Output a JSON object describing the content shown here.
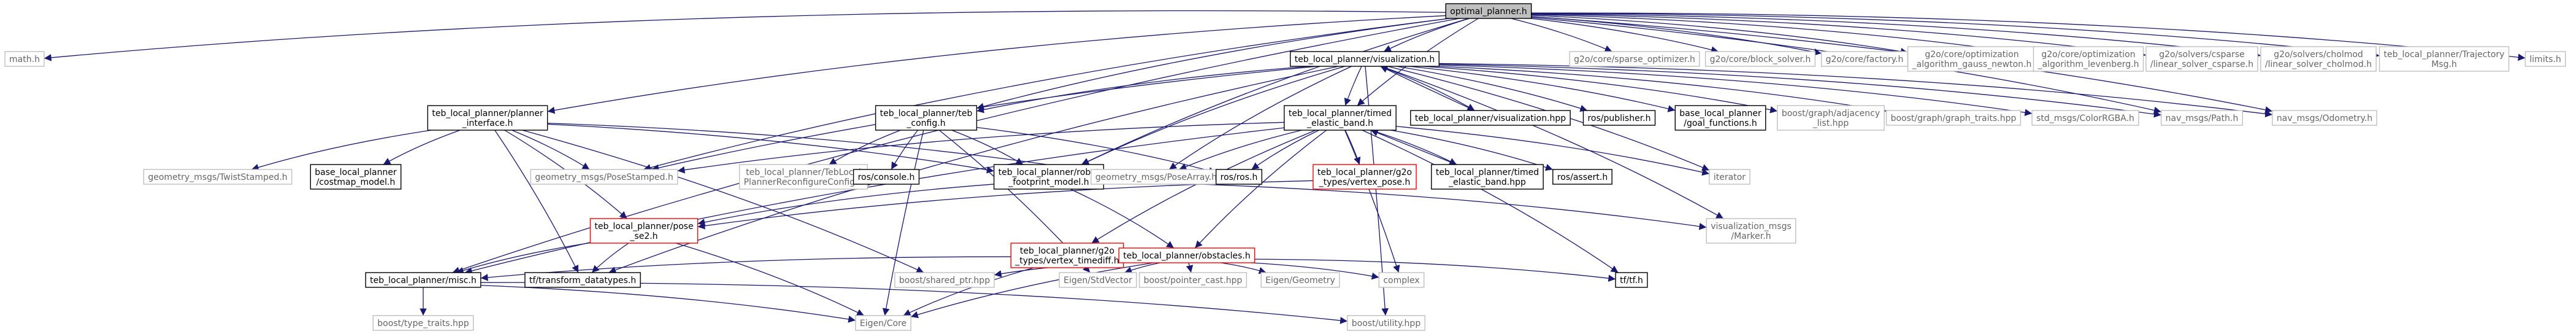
{
  "colors": {
    "edge": "#191970",
    "box_default": "#000000",
    "box_missing": "#ff0000",
    "box_root_fill": "#bfbfbf",
    "box_external": "#bfbfbf",
    "text_default": "#000000",
    "text_external": "#666666"
  },
  "nodes": [
    {
      "id": "optimal_planner_h",
      "label": "optimal_planner.h",
      "kind": "root"
    },
    {
      "id": "math_h",
      "label": "math.h",
      "kind": "external"
    },
    {
      "id": "viz_h",
      "label": "teb_local_planner/visualization.h",
      "kind": "default"
    },
    {
      "id": "g2o_sparse",
      "label": "g2o/core/sparse_optimizer.h",
      "kind": "external"
    },
    {
      "id": "g2o_block",
      "label": "g2o/core/block_solver.h",
      "kind": "external"
    },
    {
      "id": "g2o_factory",
      "label": "g2o/core/factory.h",
      "kind": "external"
    },
    {
      "id": "g2o_gauss",
      "label": [
        "g2o/core/optimization",
        "_algorithm_gauss_newton.h"
      ],
      "kind": "external"
    },
    {
      "id": "g2o_leven",
      "label": [
        "g2o/core/optimization",
        "_algorithm_levenberg.h"
      ],
      "kind": "external"
    },
    {
      "id": "g2o_csparse",
      "label": [
        "g2o/solvers/csparse",
        "/linear_solver_csparse.h"
      ],
      "kind": "external"
    },
    {
      "id": "g2o_cholmod",
      "label": [
        "g2o/solvers/cholmod",
        "/linear_solver_cholmod.h"
      ],
      "kind": "external"
    },
    {
      "id": "traj_msg",
      "label": [
        "teb_local_planner/Trajectory",
        "Msg.h"
      ],
      "kind": "external"
    },
    {
      "id": "limits_h",
      "label": "limits.h",
      "kind": "external"
    },
    {
      "id": "planner_interface_h",
      "label": [
        "teb_local_planner/planner",
        "_interface.h"
      ],
      "kind": "default"
    },
    {
      "id": "teb_config_h",
      "label": [
        "teb_local_planner/teb",
        "_config.h"
      ],
      "kind": "default"
    },
    {
      "id": "timed_elastic_band_h",
      "label": [
        "teb_local_planner/timed",
        "_elastic_band.h"
      ],
      "kind": "default"
    },
    {
      "id": "viz_hpp",
      "label": "teb_local_planner/visualization.hpp",
      "kind": "default"
    },
    {
      "id": "ros_publisher",
      "label": "ros/publisher.h",
      "kind": "default"
    },
    {
      "id": "base_goal",
      "label": [
        "base_local_planner",
        "/goal_functions.h"
      ],
      "kind": "default"
    },
    {
      "id": "boost_adj",
      "label": [
        "boost/graph/adjacency",
        "_list.hpp"
      ],
      "kind": "external"
    },
    {
      "id": "boost_graph_traits",
      "label": "boost/graph/graph_traits.hpp",
      "kind": "external"
    },
    {
      "id": "std_color",
      "label": "std_msgs/ColorRGBA.h",
      "kind": "external"
    },
    {
      "id": "nav_path",
      "label": "nav_msgs/Path.h",
      "kind": "external"
    },
    {
      "id": "nav_odom",
      "label": "nav_msgs/Odometry.h",
      "kind": "external"
    },
    {
      "id": "geo_twist",
      "label": "geometry_msgs/TwistStamped.h",
      "kind": "external"
    },
    {
      "id": "base_costmap",
      "label": [
        "base_local_planner",
        "/costmap_model.h"
      ],
      "kind": "default"
    },
    {
      "id": "geo_pose_stamped",
      "label": "geometry_msgs/PoseStamped.h",
      "kind": "external"
    },
    {
      "id": "teb_reconf",
      "label": [
        "teb_local_planner/TebLocal",
        "PlannerReconfigureConfig.h"
      ],
      "kind": "external"
    },
    {
      "id": "ros_console",
      "label": "ros/console.h",
      "kind": "default"
    },
    {
      "id": "robot_footprint",
      "label": [
        "teb_local_planner/robot",
        "_footprint_model.h"
      ],
      "kind": "default"
    },
    {
      "id": "geo_pose_array",
      "label": "geometry_msgs/PoseArray.h",
      "kind": "external"
    },
    {
      "id": "ros_ros",
      "label": "ros/ros.h",
      "kind": "default"
    },
    {
      "id": "g2o_vertex_pose",
      "label": [
        "teb_local_planner/g2o",
        "_types/vertex_pose.h"
      ],
      "kind": "missing"
    },
    {
      "id": "timed_elastic_band_hpp",
      "label": [
        "teb_local_planner/timed",
        "_elastic_band.hpp"
      ],
      "kind": "default"
    },
    {
      "id": "ros_assert",
      "label": "ros/assert.h",
      "kind": "default"
    },
    {
      "id": "iterator",
      "label": "iterator",
      "kind": "external"
    },
    {
      "id": "viz_marker",
      "label": [
        "visualization_msgs",
        "/Marker.h"
      ],
      "kind": "external"
    },
    {
      "id": "pose_se2",
      "label": [
        "teb_local_planner/pose",
        "_se2.h"
      ],
      "kind": "missing"
    },
    {
      "id": "g2o_vertex_timediff",
      "label": [
        "teb_local_planner/g2o",
        "_types/vertex_timediff.h"
      ],
      "kind": "missing"
    },
    {
      "id": "obstacles_h",
      "label": "teb_local_planner/obstacles.h",
      "kind": "missing"
    },
    {
      "id": "misc_h",
      "label": "teb_local_planner/misc.h",
      "kind": "default"
    },
    {
      "id": "tf_datatypes",
      "label": "tf/transform_datatypes.h",
      "kind": "default"
    },
    {
      "id": "boost_shared_ptr",
      "label": "boost/shared_ptr.hpp",
      "kind": "external"
    },
    {
      "id": "eigen_stdvector",
      "label": "Eigen/StdVector",
      "kind": "external"
    },
    {
      "id": "boost_pointer_cast",
      "label": "boost/pointer_cast.hpp",
      "kind": "external"
    },
    {
      "id": "eigen_geometry",
      "label": "Eigen/Geometry",
      "kind": "external"
    },
    {
      "id": "complex",
      "label": "complex",
      "kind": "external"
    },
    {
      "id": "tf_tf",
      "label": "tf/tf.h",
      "kind": "default"
    },
    {
      "id": "boost_type_traits",
      "label": "boost/type_traits.hpp",
      "kind": "external"
    },
    {
      "id": "eigen_core",
      "label": "Eigen/Core",
      "kind": "external"
    },
    {
      "id": "boost_utility",
      "label": "boost/utility.hpp",
      "kind": "external"
    }
  ],
  "edges": [
    [
      "optimal_planner_h",
      "math_h"
    ],
    [
      "optimal_planner_h",
      "viz_h"
    ],
    [
      "optimal_planner_h",
      "g2o_sparse"
    ],
    [
      "optimal_planner_h",
      "g2o_block"
    ],
    [
      "optimal_planner_h",
      "g2o_factory"
    ],
    [
      "optimal_planner_h",
      "g2o_gauss"
    ],
    [
      "optimal_planner_h",
      "g2o_leven"
    ],
    [
      "optimal_planner_h",
      "g2o_csparse"
    ],
    [
      "optimal_planner_h",
      "g2o_cholmod"
    ],
    [
      "optimal_planner_h",
      "traj_msg"
    ],
    [
      "optimal_planner_h",
      "limits_h"
    ],
    [
      "optimal_planner_h",
      "planner_interface_h"
    ],
    [
      "optimal_planner_h",
      "teb_config_h"
    ],
    [
      "optimal_planner_h",
      "timed_elastic_band_h"
    ],
    [
      "optimal_planner_h",
      "nav_path"
    ],
    [
      "optimal_planner_h",
      "nav_odom"
    ],
    [
      "optimal_planner_h",
      "misc_h"
    ],
    [
      "optimal_planner_h",
      "robot_footprint"
    ],
    [
      "optimal_planner_h",
      "geo_pose_stamped"
    ],
    [
      "viz_h",
      "teb_config_h"
    ],
    [
      "viz_h",
      "timed_elastic_band_h"
    ],
    [
      "viz_h",
      "viz_hpp"
    ],
    [
      "viz_h",
      "ros_publisher"
    ],
    [
      "viz_h",
      "base_goal"
    ],
    [
      "viz_h",
      "boost_adj"
    ],
    [
      "viz_h",
      "boost_graph_traits"
    ],
    [
      "viz_h",
      "std_color"
    ],
    [
      "viz_h",
      "nav_path"
    ],
    [
      "viz_h",
      "nav_odom"
    ],
    [
      "viz_h",
      "geo_pose_stamped"
    ],
    [
      "viz_h",
      "geo_pose_array"
    ],
    [
      "viz_h",
      "robot_footprint"
    ],
    [
      "viz_h",
      "tf_datatypes"
    ],
    [
      "viz_h",
      "viz_marker"
    ],
    [
      "viz_h",
      "iterator"
    ],
    [
      "viz_h",
      "boost_utility"
    ],
    [
      "viz_hpp",
      "viz_h"
    ],
    [
      "planner_interface_h",
      "geo_twist"
    ],
    [
      "planner_interface_h",
      "base_costmap"
    ],
    [
      "planner_interface_h",
      "geo_pose_stamped"
    ],
    [
      "planner_interface_h",
      "robot_footprint"
    ],
    [
      "planner_interface_h",
      "pose_se2"
    ],
    [
      "planner_interface_h",
      "tf_datatypes"
    ],
    [
      "planner_interface_h",
      "boost_shared_ptr"
    ],
    [
      "planner_interface_h",
      "geo_pose_array"
    ],
    [
      "teb_config_h",
      "teb_reconf"
    ],
    [
      "teb_config_h",
      "ros_console"
    ],
    [
      "teb_config_h",
      "robot_footprint"
    ],
    [
      "teb_config_h",
      "ros_ros"
    ],
    [
      "teb_config_h",
      "eigen_core"
    ],
    [
      "teb_config_h",
      "eigen_stdvector"
    ],
    [
      "timed_elastic_band_h",
      "ros_ros"
    ],
    [
      "timed_elastic_band_h",
      "geo_pose_stamped"
    ],
    [
      "timed_elastic_band_h",
      "geo_pose_array"
    ],
    [
      "timed_elastic_band_h",
      "g2o_vertex_pose"
    ],
    [
      "timed_elastic_band_h",
      "g2o_vertex_timediff"
    ],
    [
      "timed_elastic_band_h",
      "timed_elastic_band_hpp"
    ],
    [
      "timed_elastic_band_h",
      "ros_assert"
    ],
    [
      "timed_elastic_band_h",
      "iterator"
    ],
    [
      "timed_elastic_band_h",
      "obstacles_h"
    ],
    [
      "timed_elastic_band_h",
      "tf_tf"
    ],
    [
      "timed_elastic_band_h",
      "complex"
    ],
    [
      "timed_elastic_band_h",
      "misc_h"
    ],
    [
      "timed_elastic_band_hpp",
      "timed_elastic_band_h"
    ],
    [
      "g2o_vertex_pose",
      "pose_se2"
    ],
    [
      "robot_footprint",
      "pose_se2"
    ],
    [
      "robot_footprint",
      "obstacles_h"
    ],
    [
      "robot_footprint",
      "viz_marker"
    ],
    [
      "pose_se2",
      "misc_h"
    ],
    [
      "pose_se2",
      "tf_datatypes"
    ],
    [
      "pose_se2",
      "eigen_core"
    ],
    [
      "g2o_vertex_timediff",
      "eigen_core"
    ],
    [
      "obstacles_h",
      "eigen_core"
    ],
    [
      "obstacles_h",
      "eigen_stdvector"
    ],
    [
      "obstacles_h",
      "eigen_geometry"
    ],
    [
      "obstacles_h",
      "boost_shared_ptr"
    ],
    [
      "obstacles_h",
      "boost_pointer_cast"
    ],
    [
      "obstacles_h",
      "complex"
    ],
    [
      "obstacles_h",
      "tf_tf"
    ],
    [
      "obstacles_h",
      "misc_h"
    ],
    [
      "misc_h",
      "eigen_core"
    ],
    [
      "misc_h",
      "boost_utility"
    ],
    [
      "misc_h",
      "boost_type_traits"
    ]
  ]
}
